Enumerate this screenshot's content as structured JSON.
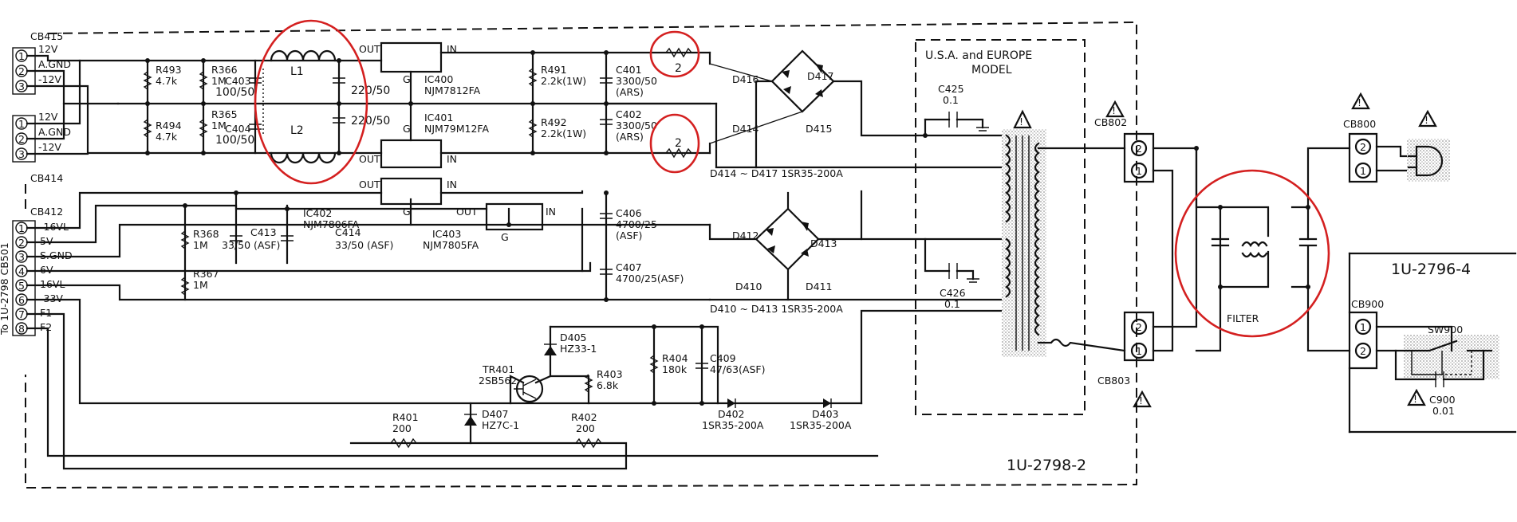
{
  "board": {
    "main_id": "1U-2798-2",
    "sub_id": "1U-2796-4",
    "side_label": "To 1U-2798 CB501"
  },
  "connectors": {
    "cb415": {
      "name": "CB415",
      "pins": [
        "12V",
        "A.GND",
        "-12V"
      ]
    },
    "cb414": {
      "name": "CB414",
      "pins": [
        "12V",
        "A.GND",
        "-12V"
      ]
    },
    "cb412": {
      "name": "CB412",
      "pins": [
        "-16VL",
        "5V",
        "S.GND",
        "6V",
        "16VL",
        "-33V",
        "F1",
        "F2"
      ]
    },
    "cb802": "CB802",
    "cb803": "CB803",
    "cb800": "CB800",
    "cb900": "CB900",
    "pin_numbers": [
      "1",
      "2",
      "3",
      "4",
      "5",
      "6",
      "7",
      "8"
    ]
  },
  "components": {
    "r493": {
      "ref": "R493",
      "value": "4.7k"
    },
    "r494": {
      "ref": "R494",
      "value": "4.7k"
    },
    "r366": {
      "ref": "R366",
      "value": "1M"
    },
    "r365": {
      "ref": "R365",
      "value": "1M"
    },
    "c403": {
      "ref": "C403",
      "value": "100/50"
    },
    "c404": {
      "ref": "C404",
      "value": "100/50"
    },
    "l1": "L1",
    "l2": "L2",
    "cap_l1": "220/50",
    "cap_l2": "220/50",
    "ic400": {
      "ref": "IC400",
      "part": "NJM7812FA"
    },
    "ic401": {
      "ref": "IC401",
      "part": "NJM79M12FA"
    },
    "ic402": {
      "ref": "IC402",
      "part": "NJM7806FA"
    },
    "ic403": {
      "ref": "IC403",
      "part": "NJM7805FA"
    },
    "pin_out": "OUT",
    "pin_in": "IN",
    "pin_g": "G",
    "r491": {
      "ref": "R491",
      "value": "2.2k(1W)"
    },
    "r492": {
      "ref": "R492",
      "value": "2.2k(1W)"
    },
    "c401": {
      "ref": "C401",
      "value": "3300/50",
      "note": "(ARS)"
    },
    "c402": {
      "ref": "C402",
      "value": "3300/50",
      "note": "(ARS)"
    },
    "fuse_res_top": "2",
    "fuse_res_bottom": "2",
    "d416": "D416",
    "d417": "D417",
    "d414": "D414",
    "d415": "D415",
    "bridge_top_label": "D414 ~ D417  1SR35-200A",
    "d412": "D412",
    "d413": "D413",
    "d410": "D410",
    "d411": "D411",
    "bridge_bottom_label": "D410 ~ D413  1SR35-200A",
    "r368": {
      "ref": "R368",
      "value": "1M"
    },
    "r367": {
      "ref": "R367",
      "value": "1M"
    },
    "c413": {
      "ref": "C413",
      "value": "33/50 (ASF)"
    },
    "c414": {
      "ref": "C414",
      "value": "33/50 (ASF)"
    },
    "c406": {
      "ref": "C406",
      "value": "4700/25",
      "note": "(ASF)"
    },
    "c407": {
      "ref": "C407",
      "value": "4700/25(ASF)"
    },
    "c425": {
      "ref": "C425",
      "value": "0.1"
    },
    "c426": {
      "ref": "C426",
      "value": "0.1"
    },
    "d405": {
      "ref": "D405",
      "part": "HZ33-1"
    },
    "tr401": {
      "ref": "TR401",
      "part": "2SB562"
    },
    "r403": {
      "ref": "R403",
      "value": "6.8k"
    },
    "r404": {
      "ref": "R404",
      "value": "180k"
    },
    "c409": {
      "ref": "C409",
      "value": "47/63(ASF)"
    },
    "d402": {
      "ref": "D402",
      "part": "1SR35-200A"
    },
    "d403": {
      "ref": "D403",
      "part": "1SR35-200A"
    },
    "r401": {
      "ref": "R401",
      "value": "200"
    },
    "r402": {
      "ref": "R402",
      "value": "200"
    },
    "d407": {
      "ref": "D407",
      "part": "HZ7C-1"
    },
    "filter": "FILTER",
    "sw900": "SW900",
    "c900": {
      "ref": "C900",
      "value": "0.01"
    }
  },
  "region": {
    "title_line1": "U.S.A. and EUROPE",
    "title_line2": "MODEL"
  },
  "warning_mark": "!",
  "colors": {
    "line": "#111111",
    "highlight": "#d42020",
    "transformer": "#bdbdbd"
  }
}
